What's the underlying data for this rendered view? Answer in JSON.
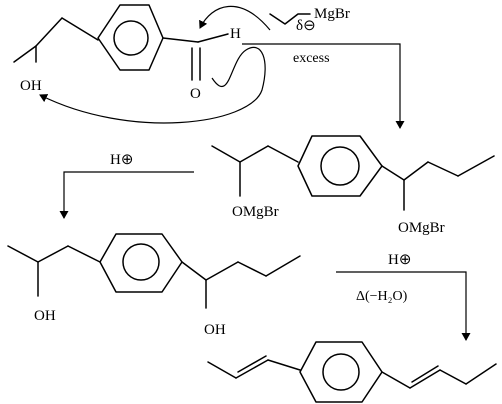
{
  "reactant": {
    "oh_label": "OH",
    "o_label": "O",
    "h_label": "H"
  },
  "grignard": {
    "charge_label": "δ⊖",
    "reagent_label": "MgBr",
    "condition_label": "excess"
  },
  "intermediate": {
    "left_label": "OMgBr",
    "right_label": "OMgBr"
  },
  "step_hydrolysis": {
    "reagent_label": "H⊕"
  },
  "diol": {
    "left_label": "OH",
    "right_label": "OH"
  },
  "step_dehydration": {
    "reagent_label": "H⊕",
    "condition_label": "Δ(−H₂O)"
  }
}
